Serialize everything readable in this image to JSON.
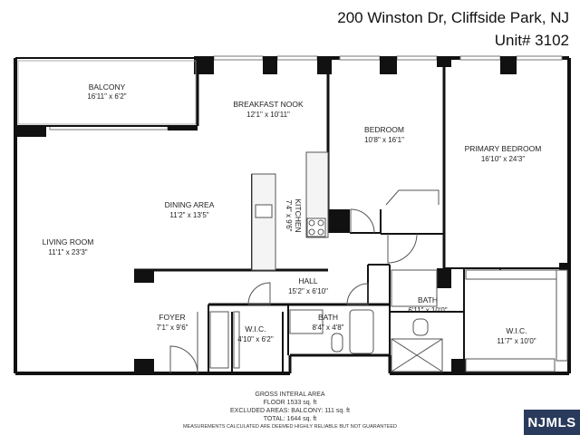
{
  "header": {
    "address": "200 Winston Dr, Cliffside Park, NJ",
    "unit": "Unit# 3102"
  },
  "rooms": {
    "balcony": {
      "name": "BALCONY",
      "dims": "16'11\" x 6'2\""
    },
    "breakfast_nook": {
      "name": "BREAKFAST NOOK",
      "dims": "12'1\" x 10'11\""
    },
    "bedroom": {
      "name": "BEDROOM",
      "dims": "10'8\" x 16'1\""
    },
    "primary_bedroom": {
      "name": "PRIMARY BEDROOM",
      "dims": "16'10\" x 24'3\""
    },
    "dining_area": {
      "name": "DINING AREA",
      "dims": "11'2\" x 13'5\""
    },
    "kitchen": {
      "name": "KITCHEN",
      "dims": "7'4\" x 9'6\""
    },
    "living_room": {
      "name": "LIVING ROOM",
      "dims": "11'1\" x 23'3\""
    },
    "hall": {
      "name": "HALL",
      "dims": "15'2\" x 6'10\""
    },
    "bath_main": {
      "name": "BATH",
      "dims": "6'11\" x 10'0\""
    },
    "foyer": {
      "name": "FOYER",
      "dims": "7'1\" x 9'6\""
    },
    "wic_small": {
      "name": "W.I.C.",
      "dims": "4'10\" x 6'2\""
    },
    "bath_small": {
      "name": "BATH",
      "dims": "8'4\" x 4'8\""
    },
    "wic_primary": {
      "name": "W.I.C.",
      "dims": "11'7\" x 10'0\""
    }
  },
  "footer": {
    "line1": "GROSS INTERAL AREA",
    "line2": "FLOOR 1533 sq. ft",
    "line3": "EXCLUDED AREAS: BALCONY: 111 sq. ft",
    "line4": "TOTAL: 1644 sq. ft",
    "line5": "MEASUREMENTS CALCULATED ARE DEEMED HIGHLY RELIABLE BUT NOT GUARANTEED"
  },
  "logo": {
    "text": "NJMLS",
    "color": "#2a3a5c"
  }
}
